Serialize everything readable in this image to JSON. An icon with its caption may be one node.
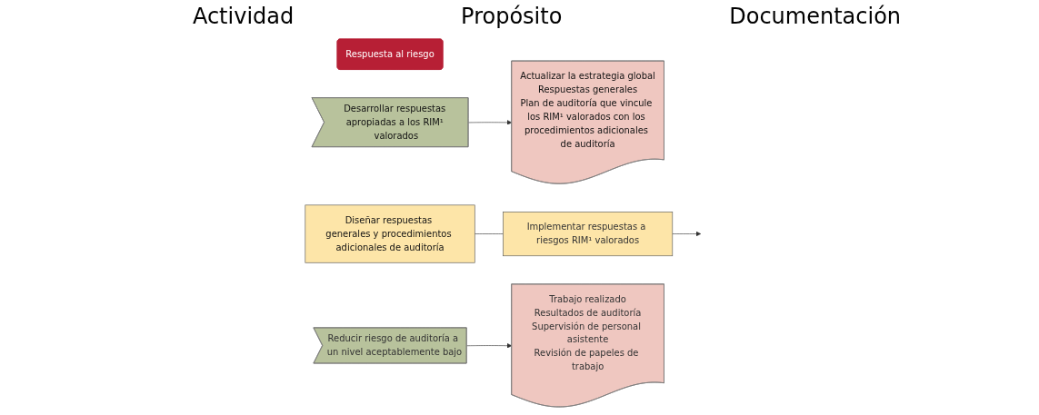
{
  "diagram": {
    "nodes": [
      {
        "text": [
          "Respuesta al riesgo"
        ]
      },
      {
        "text": [
          "Diseñar respuestas generales y procedimientos adicionales de auditoría"
        ]
      },
      {
        "text": [
          "Desarrollar respuestas apropiadas a los RIM¹ valorados"
        ]
      },
      {
        "text": [
          "Actualizar la estrategia global",
          "Respuestas generales",
          "Plan de auditoría que vincule los RIM¹ valorados con los procedimientos adicionales de auditoría"
        ]
      },
      {
        "text": [
          "Implementar respuestas a riesgos RIM¹ valorados"
        ]
      },
      {
        "text": [
          "Reducir riesgo de auditoría a un nivel aceptablemente bajo"
        ]
      },
      {
        "text": [
          "Trabajo realizado",
          "Resultados de auditoría",
          "Supervisión de personal asistente",
          "Revisión de papeles de trabajo"
        ]
      }
    ],
    "edges": [
      {
        "from": 1,
        "to": 4,
        "arrow": "none"
      },
      {
        "from": 2,
        "to": 3,
        "arrow": "to"
      },
      {
        "from": 5,
        "to": 6,
        "arrow": "to"
      },
      {
        "from": 4,
        "to": null,
        "arrow": "to"
      }
    ],
    "labels": [
      "Actividad",
      "Propósito",
      "Documentación"
    ]
  }
}
